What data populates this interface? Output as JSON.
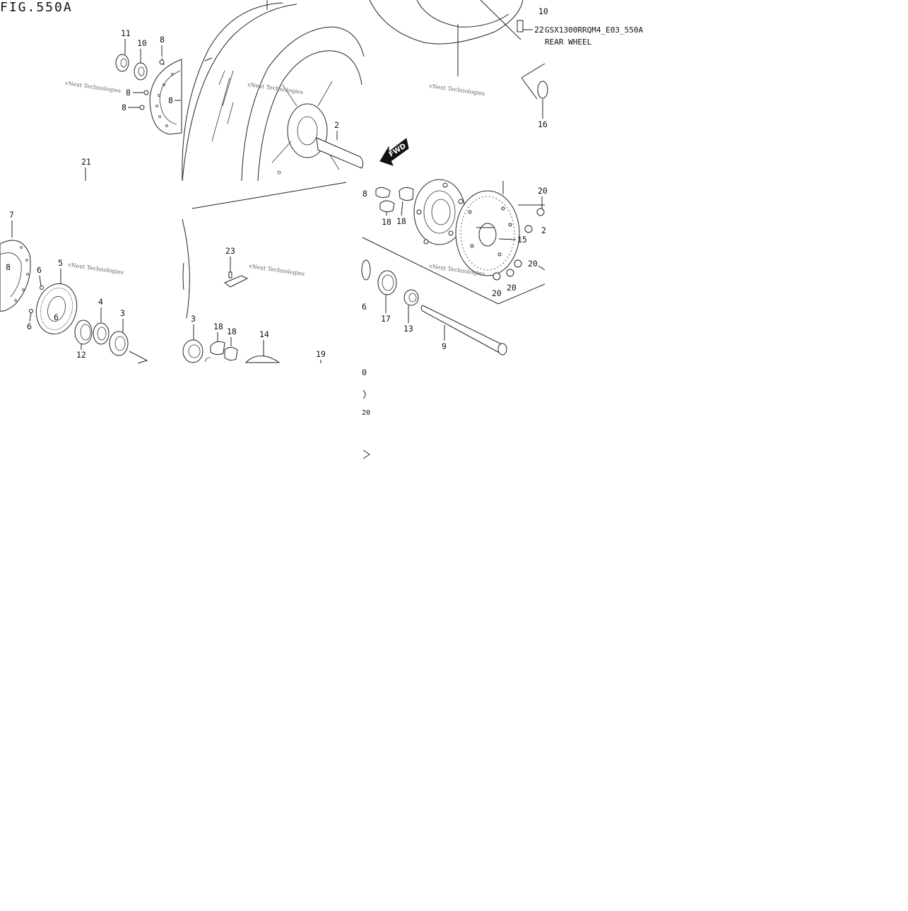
{
  "figure": {
    "title": "FIG.550A",
    "model_code": "GSX1300RRQM4_E03_550A",
    "section_name": "REAR WHEEL",
    "fwd_label": "FWD"
  },
  "callouts": [
    {
      "id": "c11",
      "label": "11"
    },
    {
      "id": "c10a",
      "label": "10"
    },
    {
      "id": "c8a",
      "label": "8"
    },
    {
      "id": "c8b",
      "label": "8"
    },
    {
      "id": "c8c",
      "label": "8"
    },
    {
      "id": "c8d",
      "label": "8"
    },
    {
      "id": "c2",
      "label": "2"
    },
    {
      "id": "c10b",
      "label": "10"
    },
    {
      "id": "c22",
      "label": "22"
    },
    {
      "id": "c16",
      "label": "16"
    },
    {
      "id": "c21",
      "label": "21"
    },
    {
      "id": "c7",
      "label": "7"
    },
    {
      "id": "c8e",
      "label": "8"
    },
    {
      "id": "c6a",
      "label": "6"
    },
    {
      "id": "c5",
      "label": "5"
    },
    {
      "id": "c6b",
      "label": "6"
    },
    {
      "id": "c6c",
      "label": "6"
    },
    {
      "id": "c4",
      "label": "4"
    },
    {
      "id": "c3a",
      "label": "3"
    },
    {
      "id": "c12",
      "label": "12"
    },
    {
      "id": "c23",
      "label": "23"
    },
    {
      "id": "c3b",
      "label": "3"
    },
    {
      "id": "c18a",
      "label": "18"
    },
    {
      "id": "c18b",
      "label": "18"
    },
    {
      "id": "c14",
      "label": "14"
    },
    {
      "id": "c19",
      "label": "19"
    },
    {
      "id": "c8f",
      "label": "8"
    },
    {
      "id": "c18c",
      "label": "18"
    },
    {
      "id": "c18d",
      "label": "18"
    },
    {
      "id": "c20a",
      "label": "20"
    },
    {
      "id": "c2b",
      "label": "2"
    },
    {
      "id": "c15",
      "label": "15"
    },
    {
      "id": "c20b",
      "label": "20"
    },
    {
      "id": "c20c",
      "label": "20"
    },
    {
      "id": "c20d",
      "label": "20"
    },
    {
      "id": "c6d",
      "label": "6"
    },
    {
      "id": "c17",
      "label": "17"
    },
    {
      "id": "c13",
      "label": "13"
    },
    {
      "id": "c9",
      "label": "9"
    },
    {
      "id": "c0a",
      "label": "0"
    },
    {
      "id": "c20e",
      "label": "20"
    }
  ],
  "watermarks": [
    "vNext Technologies",
    "vNext Technologies",
    "vNext Technologies",
    "vNext Technologies",
    "vNext Technologies",
    "vNext Technologies"
  ]
}
